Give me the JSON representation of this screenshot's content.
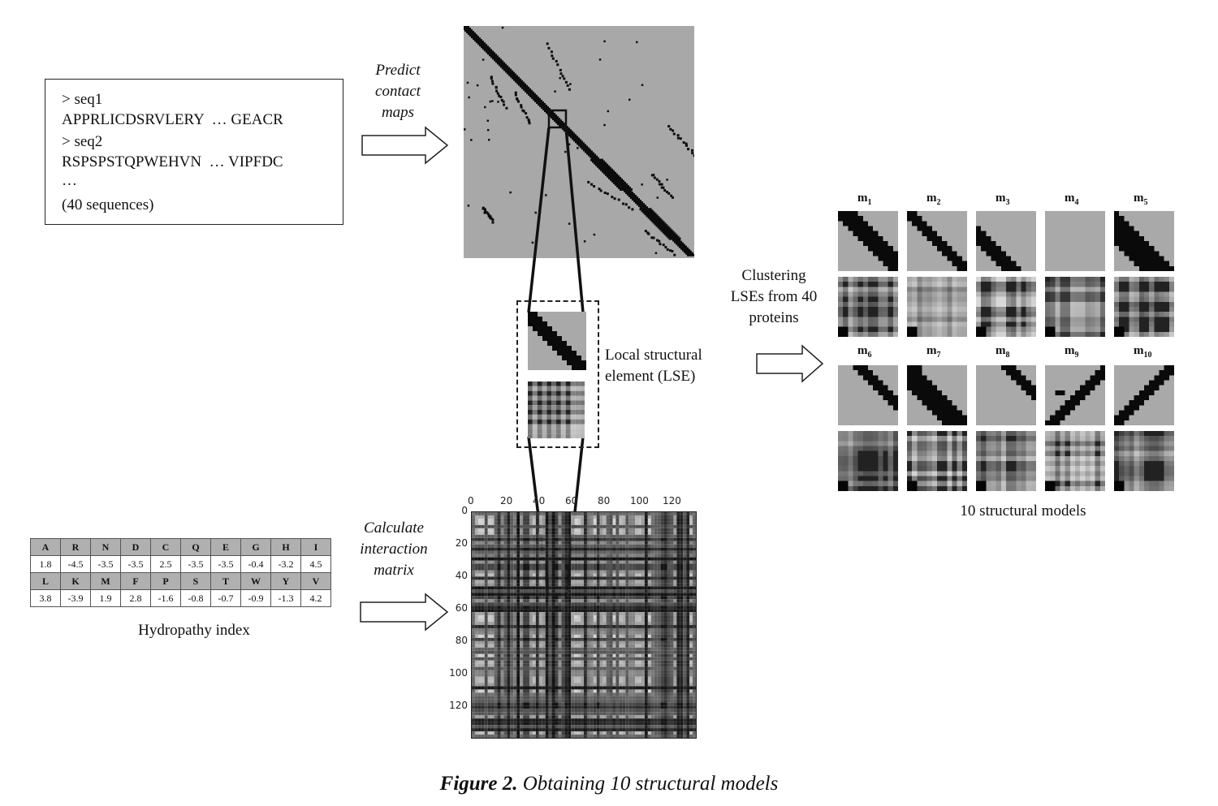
{
  "sequence_box": {
    "lines": [
      "> seq1",
      "APPRLICDSRVLERY  … GEACR",
      "> seq2",
      "RSPSPSTQPWEHVN  … VIPFDC",
      "…",
      "(40 sequences)"
    ]
  },
  "labels": {
    "predict": [
      "Predict",
      "contact",
      "maps"
    ],
    "calculate": [
      "Calculate",
      "interaction",
      "matrix"
    ],
    "lse": [
      "Local structural",
      "element (LSE)"
    ],
    "clustering": [
      "Clustering",
      "LSEs from 40",
      "proteins"
    ],
    "hydropathy": "Hydropathy index",
    "models_caption": "10 structural models"
  },
  "hydropathy_table": {
    "rows": [
      {
        "letters": [
          "A",
          "R",
          "N",
          "D",
          "C",
          "Q",
          "E",
          "G",
          "H",
          "I"
        ],
        "values": [
          "1.8",
          "-4.5",
          "-3.5",
          "-3.5",
          "2.5",
          "-3.5",
          "-3.5",
          "-0.4",
          "-3.2",
          "4.5"
        ]
      },
      {
        "letters": [
          "L",
          "K",
          "M",
          "F",
          "P",
          "S",
          "T",
          "W",
          "Y",
          "V"
        ],
        "values": [
          "3.8",
          "-3.9",
          "1.9",
          "2.8",
          "-1.6",
          "-0.8",
          "-0.7",
          "-0.9",
          "-1.3",
          "4.2"
        ]
      }
    ]
  },
  "interaction_matrix": {
    "x_ticks": [
      "0",
      "20",
      "40",
      "60",
      "80",
      "100",
      "120"
    ],
    "y_ticks": [
      "0",
      "20",
      "40",
      "60",
      "80",
      "100",
      "120"
    ]
  },
  "models": [
    {
      "name": "m",
      "sub": "1"
    },
    {
      "name": "m",
      "sub": "2"
    },
    {
      "name": "m",
      "sub": "3"
    },
    {
      "name": "m",
      "sub": "4"
    },
    {
      "name": "m",
      "sub": "5"
    },
    {
      "name": "m",
      "sub": "6"
    },
    {
      "name": "m",
      "sub": "7"
    },
    {
      "name": "m",
      "sub": "8"
    },
    {
      "name": "m",
      "sub": "9"
    },
    {
      "name": "m",
      "sub": "10"
    }
  ],
  "caption": {
    "bold": "Figure 2.",
    "rest": " Obtaining 10 structural models"
  }
}
